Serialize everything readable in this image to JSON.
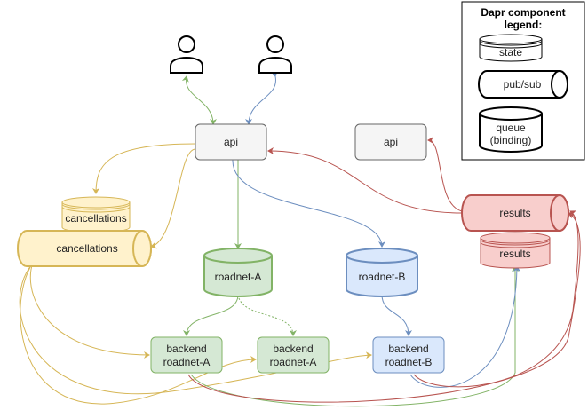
{
  "legend": {
    "title_line1": "Dapr component",
    "title_line2": "legend:",
    "state_label": "state",
    "pubsub_label": "pub/sub",
    "queue_label_line1": "queue",
    "queue_label_line2": "(binding)"
  },
  "nodes": {
    "api_left": "api",
    "api_right": "api",
    "cancellations_state": "cancellations",
    "cancellations_pubsub": "cancellations",
    "roadnet_a_queue": "roadnet-A",
    "roadnet_b_queue": "roadnet-B",
    "results_pubsub": "results",
    "results_state": "results",
    "backend_a1_line1": "backend",
    "backend_a1_line2": "roadnet-A",
    "backend_a2_line1": "backend",
    "backend_a2_line2": "roadnet-A",
    "backend_b_line1": "backend",
    "backend_b_line2": "roadnet-B"
  },
  "colors": {
    "green": "#82b366",
    "green_fill": "#d5e8d4",
    "blue": "#6c8ebf",
    "blue_fill": "#dae8fc",
    "orange": "#d6b656",
    "orange_fill": "#fff2cc",
    "red": "#b85450",
    "red_fill": "#f8cecc",
    "gray_fill": "#f5f5f5",
    "gray_stroke": "#666666"
  }
}
